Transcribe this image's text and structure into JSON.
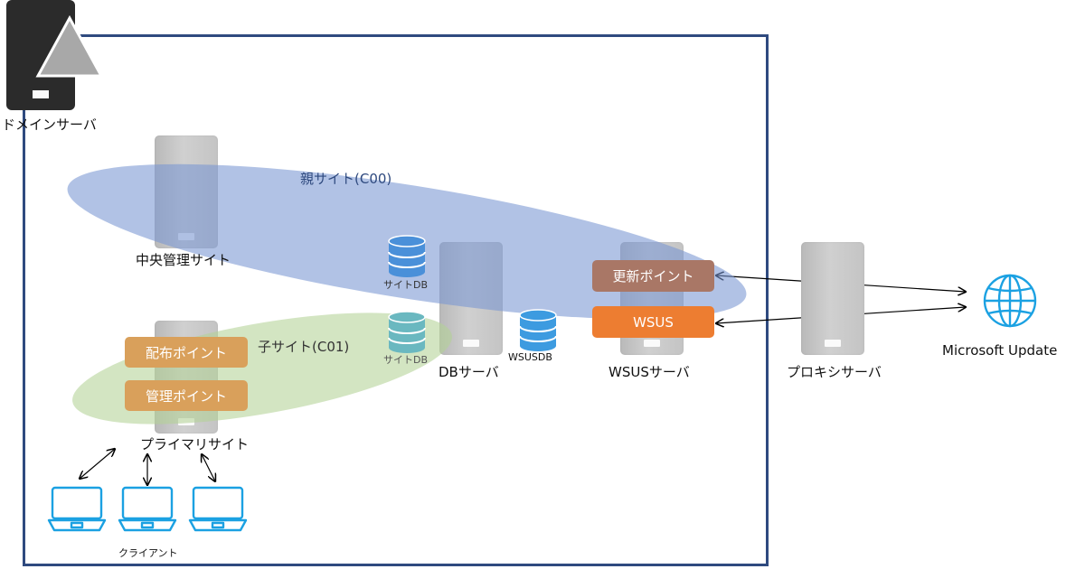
{
  "domain_server": {
    "label": "ドメインサーバ"
  },
  "parent_site": {
    "label": "親サイト(C00)"
  },
  "child_site": {
    "label": "子サイト(C01)"
  },
  "central_site": {
    "label": "中央管理サイト"
  },
  "primary_site": {
    "label": "プライマリサイト"
  },
  "db_server": {
    "label": "DBサーバ"
  },
  "wsus_server": {
    "label": "WSUSサーバ"
  },
  "proxy_server": {
    "label": "プロキシサーバ"
  },
  "internet": {
    "label": "Microsoft Update",
    "icon": "globe-icon"
  },
  "databases": {
    "site_db_parent": "サイトDB",
    "site_db_child": "サイトDB",
    "wsus_db": "WSUSDB"
  },
  "roles": {
    "update_point": "更新ポイント",
    "wsus": "WSUS",
    "distribution_point": "配布ポイント",
    "management_point": "管理ポイント"
  },
  "clients": {
    "label": "クライアント"
  },
  "colors": {
    "frame": "#2f4a7f",
    "parent_ellipse": "#8fa9d9",
    "child_ellipse": "#c7ddb0",
    "update_point": "#a97766",
    "wsus": "#ed7d31",
    "site_role": "#d9a05b",
    "db_blue": "#4a90d9",
    "db_teal": "#6ab8c0",
    "laptop": "#1ba1e2"
  }
}
